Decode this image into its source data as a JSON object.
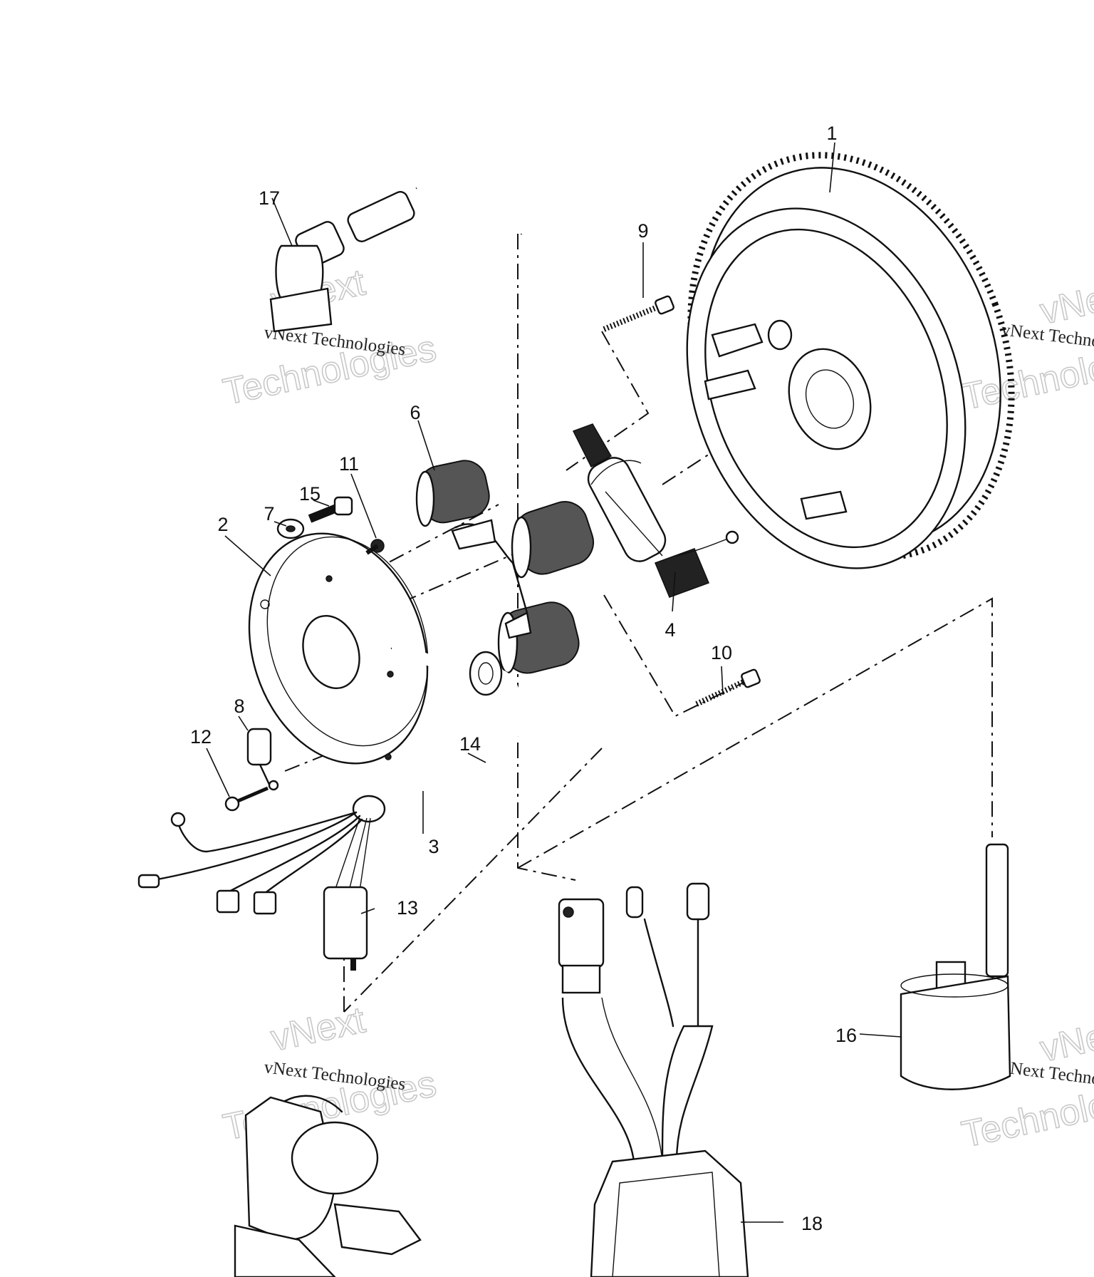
{
  "diagram": {
    "callouts": [
      {
        "id": "c1",
        "label": "1"
      },
      {
        "id": "c2",
        "label": "2"
      },
      {
        "id": "c3",
        "label": "3"
      },
      {
        "id": "c4",
        "label": "4"
      },
      {
        "id": "c6",
        "label": "6"
      },
      {
        "id": "c7",
        "label": "7"
      },
      {
        "id": "c8",
        "label": "8"
      },
      {
        "id": "c9",
        "label": "9"
      },
      {
        "id": "c10",
        "label": "10"
      },
      {
        "id": "c11",
        "label": "11"
      },
      {
        "id": "c12",
        "label": "12"
      },
      {
        "id": "c13",
        "label": "13"
      },
      {
        "id": "c14",
        "label": "14"
      },
      {
        "id": "c15",
        "label": "15"
      },
      {
        "id": "c16",
        "label": "16"
      },
      {
        "id": "c17",
        "label": "17"
      },
      {
        "id": "c18",
        "label": "18"
      }
    ],
    "watermark": {
      "small": "vNext Technologies",
      "big_line1": "vNext",
      "big_line2": "Technologies"
    }
  }
}
